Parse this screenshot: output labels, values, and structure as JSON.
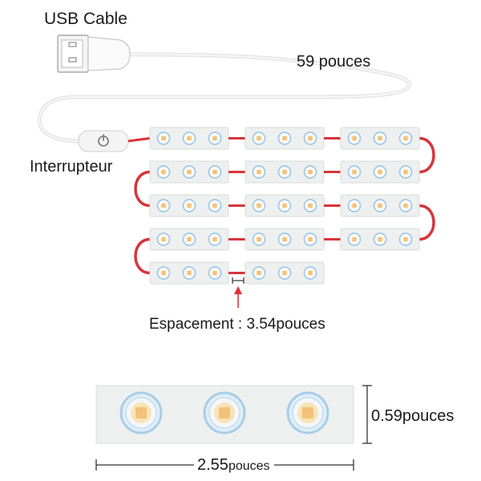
{
  "labels": {
    "usb_cable": "USB Cable",
    "cable_length": "59 pouces",
    "switch": "Interrupteur",
    "spacing": "Espacement : 3.54pouces",
    "module_height": "0.59pouces",
    "module_width_value": "2.55",
    "module_width_unit": "pouces"
  },
  "strip": {
    "rows": [
      {
        "modules": 3
      },
      {
        "modules": 3
      },
      {
        "modules": 3
      },
      {
        "modules": 3
      },
      {
        "modules": 2
      }
    ],
    "leds_per_module": 3
  },
  "colors": {
    "module_fill": "#eef0f0",
    "module_stroke": "#d9dcdc",
    "wire": "#d8343a",
    "cable": "#e6e6e6",
    "led_ring": "#a8cde6",
    "led_core": "#f2c27a",
    "arrow": "#e0323a",
    "dimension": "#333333"
  }
}
